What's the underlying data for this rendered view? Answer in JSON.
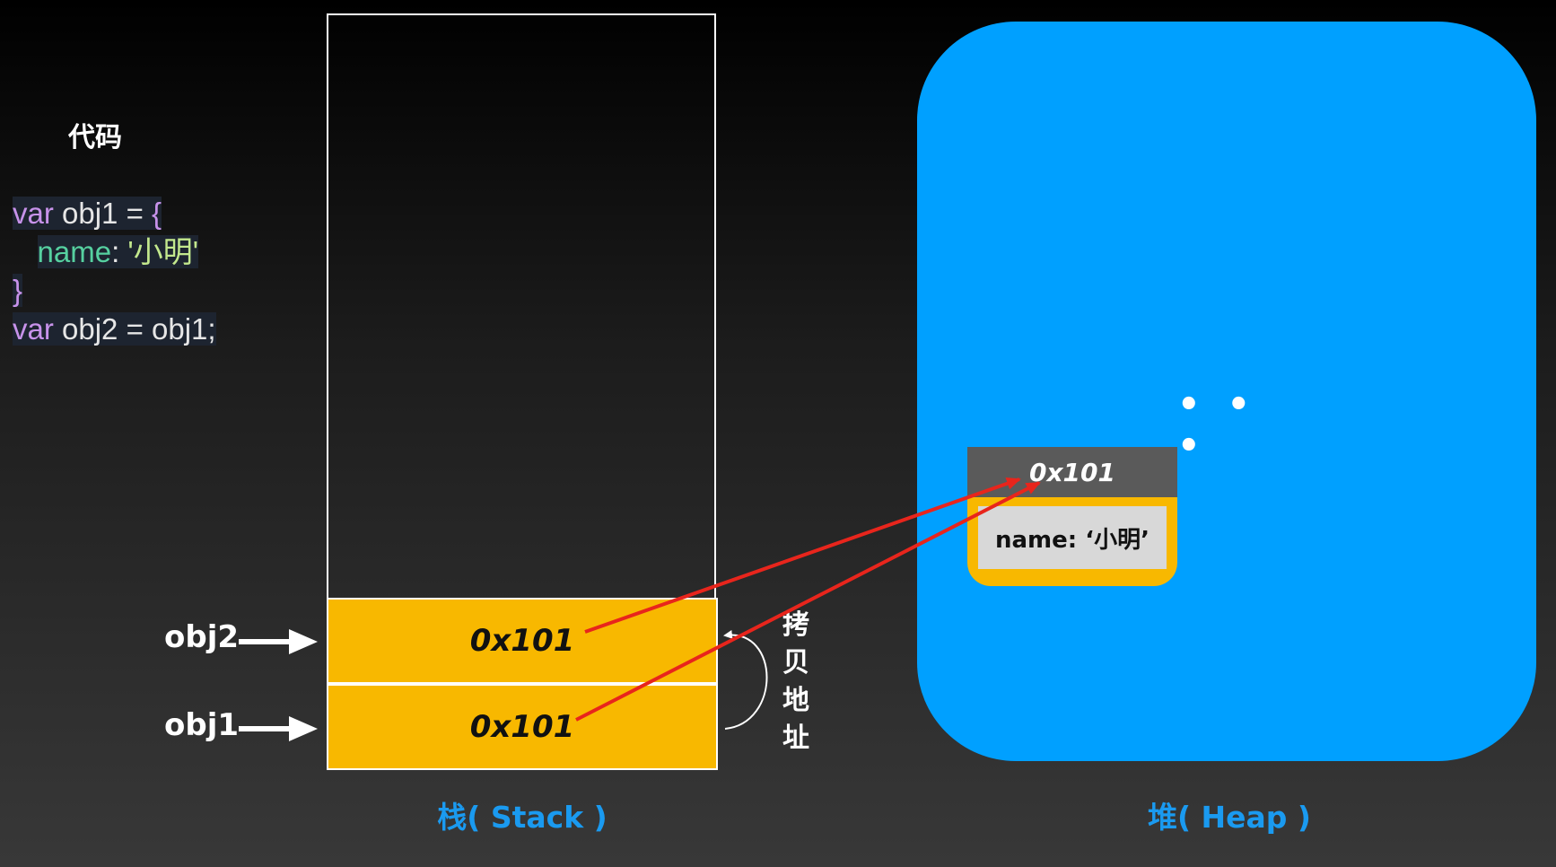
{
  "code": {
    "title": "代码",
    "lines": [
      {
        "kw": "var",
        "text": " obj1 = ",
        "brace": "{"
      },
      {
        "indent": "   ",
        "prop": "name",
        "sep": ": ",
        "str": "'小明'"
      },
      {
        "brace": "}"
      },
      {
        "kw": "var",
        "text": " obj2 = obj1;"
      }
    ]
  },
  "stack": {
    "caption": "栈( Stack )",
    "cells": [
      {
        "var": "obj2",
        "value": "0x101"
      },
      {
        "var": "obj1",
        "value": "0x101"
      }
    ],
    "copy_label": [
      "拷",
      "贝",
      "地",
      "址"
    ]
  },
  "heap": {
    "caption": "堆( Heap )",
    "dots": "• • •",
    "object": {
      "address": "0x101",
      "content": "name: ‘小明’"
    }
  },
  "colors": {
    "stack_cell": "#f8b800",
    "heap_bg": "#00a0ff",
    "caption": "#1a9af0",
    "pointer_arrow": "#e8251c"
  }
}
